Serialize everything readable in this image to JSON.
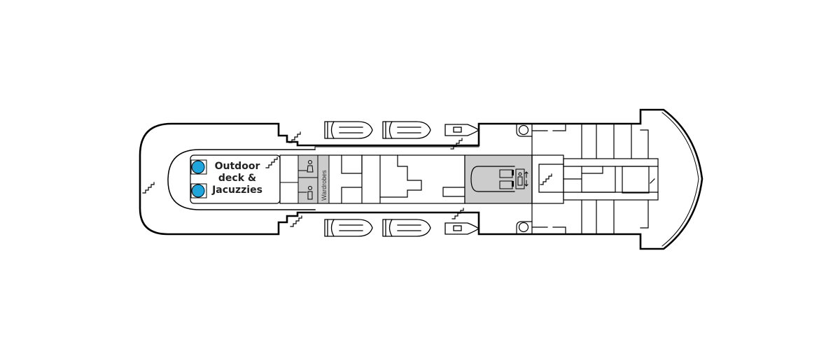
{
  "diagram": {
    "type": "ship-deck-plan",
    "orientation": "stern-left-bow-right",
    "colors": {
      "outline": "#000000",
      "background": "#ffffff",
      "shaded_area": "#cccccc",
      "jacuzzi": "#1ea5dc"
    },
    "labels": {
      "outdoor_deck": "Outdoor deck & Jacuzzies",
      "outdoor_deck_line1": "Outdoor",
      "outdoor_deck_line2": "deck &",
      "outdoor_deck_line3": "Jacuzzies",
      "wardrobes": "Wardrobes"
    },
    "features": {
      "jacuzzis": 2,
      "lifeboats_port": 2,
      "lifeboats_starboard": 2,
      "tenders_port": 1,
      "tenders_starboard": 1,
      "toilets": 2,
      "elevator": "elevator-icon",
      "stairs": [
        "stairs-icon",
        "stairs-icon",
        "stairs-icon",
        "stairs-icon",
        "stairs-icon",
        "stairs-icon"
      ]
    }
  }
}
